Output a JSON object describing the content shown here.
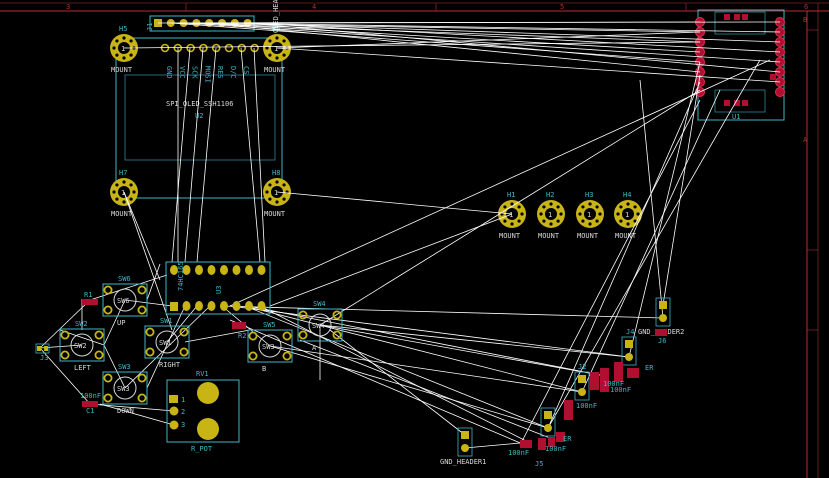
{
  "colors": {
    "background": "#000000",
    "silk": "#3fb6c8",
    "pad": "#c8b414",
    "ratsnest": "#ffffff",
    "frame": "#b03030",
    "copper_red": "#b01030"
  },
  "frame": {
    "col_numbers": [
      "3",
      "4",
      "5",
      "6"
    ],
    "row_letters": [
      "B",
      "A"
    ]
  },
  "header": {
    "ref": "J1",
    "value": "OLED_HEADER",
    "pin_labels": [
      "GND",
      "VCC",
      "SCK",
      "MOSI",
      "RES",
      "D/C",
      "CS"
    ]
  },
  "oled": {
    "ref": "U2",
    "value": "SPI_OLED_SSH1106"
  },
  "mounts": [
    {
      "ref": "H5",
      "value": "MOUNT",
      "pad": "1"
    },
    {
      "ref": "H6",
      "value": "MOUNT",
      "pad": "1"
    },
    {
      "ref": "H7",
      "value": "MOUNT",
      "pad": "1"
    },
    {
      "ref": "H8",
      "value": "MOUNT",
      "pad": "1"
    },
    {
      "ref": "H1",
      "value": "MOUNT",
      "pad": "1"
    },
    {
      "ref": "H2",
      "value": "MOUNT",
      "pad": "1"
    },
    {
      "ref": "H3",
      "value": "MOUNT",
      "pad": "1"
    },
    {
      "ref": "H4",
      "value": "MOUNT",
      "pad": "1"
    }
  ],
  "ic": {
    "ref": "U3",
    "value": "74HC165"
  },
  "switches": [
    {
      "ref": "SW6",
      "body": "SW6",
      "value": "UP"
    },
    {
      "ref": "SW2",
      "body": "SW2",
      "value": "LEFT"
    },
    {
      "ref": "SW1",
      "body": "SW1",
      "value": "RIGHT"
    },
    {
      "ref": "SW3",
      "body": "SW3",
      "value": "DOWN"
    },
    {
      "ref": "SW5",
      "body": "SW3",
      "value": "B"
    },
    {
      "ref": "SW4",
      "body": "SW4",
      "value": "A"
    }
  ],
  "pot": {
    "ref": "RV1",
    "value": "R_POT",
    "pin_labels": [
      "1",
      "2",
      "3"
    ]
  },
  "passives": {
    "c1": {
      "ref": "C1",
      "value": "100nF"
    },
    "r1": "R1",
    "r2": "R2",
    "j3": "J3",
    "j2": "J2",
    "j4": "J4",
    "c_values": [
      "100nF",
      "100nF",
      "100nF",
      "100nF",
      "100nF"
    ],
    "r_value": "ER"
  },
  "gnd_header1": {
    "ref": "J5",
    "value": "GND_HEADER1"
  },
  "gnd_header2": {
    "ref": "J6",
    "value": "GND_HEADER2"
  },
  "mcu": {
    "ref": "U1",
    "pin_rows": 8
  }
}
